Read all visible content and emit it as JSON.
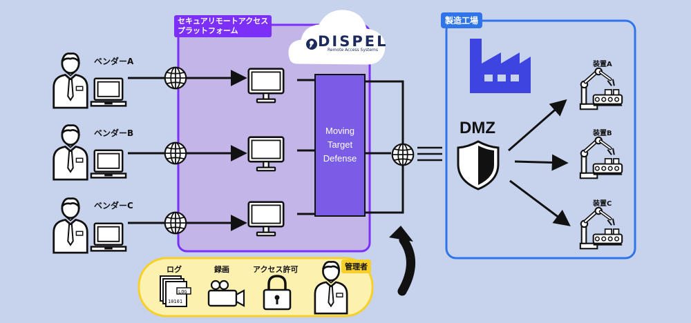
{
  "platform": {
    "tag_line1": "セキュアリモートアクセス",
    "tag_line2": "プラットフォーム"
  },
  "brand": {
    "name": "DISPEL",
    "subtitle": "Remote Access Systems"
  },
  "vendors": [
    {
      "label": "ベンダーA"
    },
    {
      "label": "ベンダーB"
    },
    {
      "label": "ベンダーC"
    }
  ],
  "mtd": {
    "line1": "Moving",
    "line2": "Target",
    "line3": "Defense"
  },
  "factory": {
    "tag": "製造工場",
    "dmz": "DMZ"
  },
  "devices": [
    {
      "label": "装置A"
    },
    {
      "label": "装置B"
    },
    {
      "label": "装置C"
    }
  ],
  "admin": {
    "tag": "管理者",
    "features": [
      {
        "label": "ログ",
        "icon": "log-file-icon"
      },
      {
        "label": "録画",
        "icon": "video-camera-icon"
      },
      {
        "label": "アクセス許可",
        "icon": "padlock-icon"
      }
    ],
    "log_text1": "LOG",
    "log_text2": "10101"
  },
  "colors": {
    "background": "#c7d3ec",
    "platform_fill": "#c4b5e8",
    "platform_border": "#7b2ff7",
    "mtd_fill": "#7b5ce6",
    "factory_border": "#2f74e8",
    "factory_icon": "#3d44e0",
    "admin_fill": "#fdf1b0",
    "admin_border": "#f7cf2a"
  }
}
